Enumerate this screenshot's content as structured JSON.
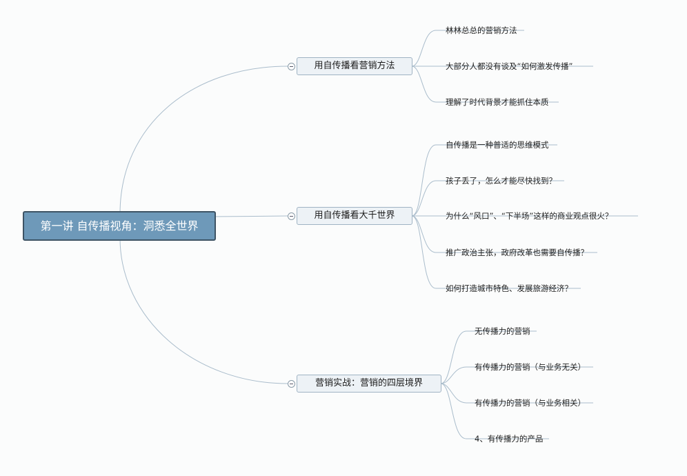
{
  "root": {
    "label": "第一讲 自传播视角：洞悉全世界"
  },
  "branches": [
    {
      "label": "用自传播看营销方法",
      "children": [
        "林林总总的营销方法",
        "大部分人都没有谈及“如何激发传播”",
        "理解了时代背景才能抓住本质"
      ]
    },
    {
      "label": "用自传播看大千世界",
      "children": [
        "自传播是一种普适的思维模式",
        "孩子丢了，怎么才能尽快找到？",
        "为什么“风口”、“下半场”这样的商业观点很火？",
        "推广政治主张，政府改革也需要自传播？",
        "如何打造城市特色、发展旅游经济？"
      ]
    },
    {
      "label": "营销实战：营销的四层境界",
      "children": [
        "无传播力的营销",
        "有传播力的营销（与业务无关）",
        "有传播力的营销（与业务相关）",
        "4、有传播力的产品"
      ]
    }
  ],
  "colors": {
    "line": "#a9bccb",
    "root_fill": "#6e99b9",
    "root_border": "#3d5364",
    "branch_fill": "#edf2f6"
  }
}
